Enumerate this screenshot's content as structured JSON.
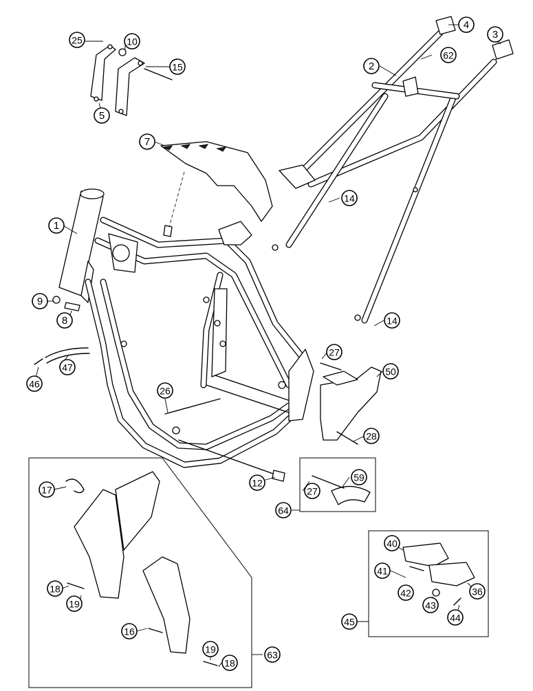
{
  "callouts": [
    {
      "id": "c1",
      "label": "1",
      "style": "plain"
    },
    {
      "id": "c2",
      "label": "2",
      "style": "plain"
    },
    {
      "id": "c3",
      "label": "3",
      "style": "plain"
    },
    {
      "id": "c4",
      "label": "4",
      "style": "plain"
    },
    {
      "id": "c5",
      "label": "5",
      "style": "plain"
    },
    {
      "id": "c7",
      "label": "7",
      "style": "plain"
    },
    {
      "id": "c8",
      "label": "8",
      "style": "plain"
    },
    {
      "id": "c9",
      "label": "9",
      "style": "plain"
    },
    {
      "id": "c10",
      "label": "10"
    },
    {
      "id": "c12",
      "label": "12"
    },
    {
      "id": "c14a",
      "label": "14"
    },
    {
      "id": "c14b",
      "label": "14"
    },
    {
      "id": "c15",
      "label": "15"
    },
    {
      "id": "c16a",
      "label": "16"
    },
    {
      "id": "c17",
      "label": "17"
    },
    {
      "id": "c18a",
      "label": "18"
    },
    {
      "id": "c18b",
      "label": "18"
    },
    {
      "id": "c19a",
      "label": "19"
    },
    {
      "id": "c19b",
      "label": "19"
    },
    {
      "id": "c25",
      "label": "25"
    },
    {
      "id": "c26",
      "label": "26"
    },
    {
      "id": "c27a",
      "label": "27"
    },
    {
      "id": "c27b",
      "label": "27"
    },
    {
      "id": "c28",
      "label": "28"
    },
    {
      "id": "c36",
      "label": "36"
    },
    {
      "id": "c40",
      "label": "40"
    },
    {
      "id": "c41",
      "label": "41"
    },
    {
      "id": "c42",
      "label": "42"
    },
    {
      "id": "c43",
      "label": "43"
    },
    {
      "id": "c44",
      "label": "44"
    },
    {
      "id": "c45",
      "label": "45"
    },
    {
      "id": "c46",
      "label": "46"
    },
    {
      "id": "c47",
      "label": "47"
    },
    {
      "id": "c50",
      "label": "50"
    },
    {
      "id": "c59",
      "label": "59"
    },
    {
      "id": "c62",
      "label": "62"
    },
    {
      "id": "c63",
      "label": "63"
    },
    {
      "id": "c64",
      "label": "64"
    }
  ]
}
